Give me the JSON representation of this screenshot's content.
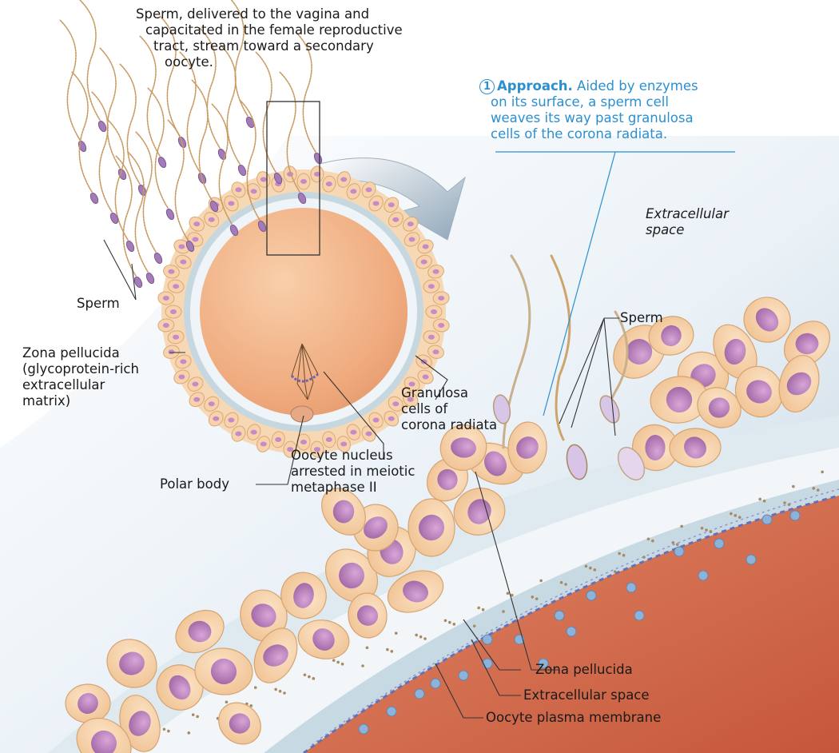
{
  "labels": {
    "top_caption": [
      "Sperm, delivered to the vagina and",
      "capacitated in the female reproductive",
      "tract, stream toward a secondary",
      "oocyte."
    ],
    "approach": {
      "number": "1",
      "title": "Approach.",
      "lines": [
        "Aided by enzymes",
        "on its surface, a sperm cell",
        "weaves its way past granulosa",
        "cells of the corona radiata."
      ]
    },
    "extracellular_space": [
      "Extracellular",
      "space"
    ],
    "sperm_left": "Sperm",
    "sperm_right": "Sperm",
    "zona_pellucida_left": [
      "Zona pellucida",
      "(glycoprotein-rich",
      "extracellular",
      "matrix)"
    ],
    "granulosa": [
      "Granulosa",
      "cells of",
      "corona radiata"
    ],
    "oocyte_nucleus": [
      "Oocyte nucleus",
      "arrested in meiotic",
      "metaphase II"
    ],
    "polar_body": "Polar body",
    "zona_pellucida_right": "Zona pellucida",
    "extracellular_space_right": "Extracellular space",
    "oocyte_membrane": "Oocyte plasma membrane"
  },
  "colors": {
    "accent_blue": "#2b8fd0",
    "oocyte": "#f3b58c",
    "nucleus": "#b880b8",
    "granulosa_cell": "#f6cfa2",
    "cytoplasm_red": "#d97a5a"
  }
}
